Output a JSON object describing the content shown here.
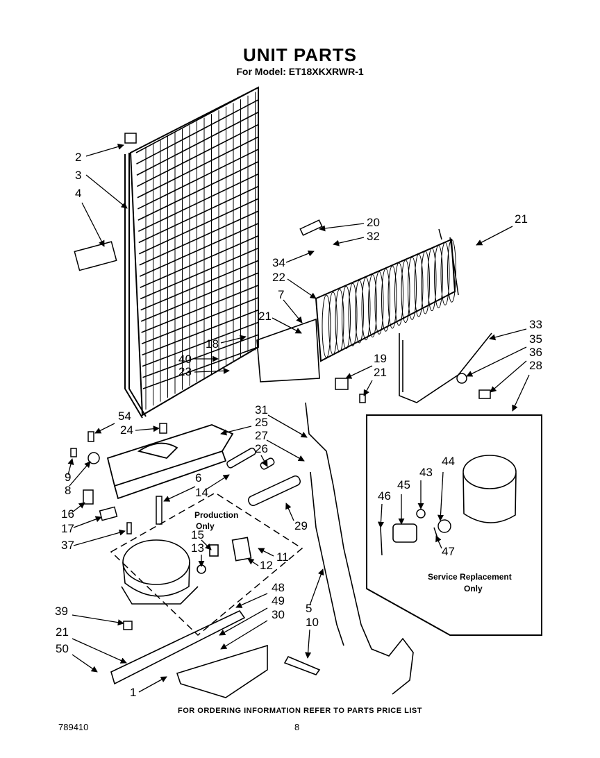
{
  "header": {
    "title": "UNIT PARTS",
    "model": "For Model: ET18XKXRWR-1"
  },
  "footer": {
    "ordering_note": "FOR ORDERING INFORMATION REFER TO PARTS PRICE LIST",
    "document_number": "789410",
    "page_number": "8"
  },
  "notes": {
    "production_line1": "Production",
    "production_line2": "Only",
    "service_line1": "Service Replacement",
    "service_line2": "Only"
  },
  "callouts": [
    "1",
    "2",
    "3",
    "4",
    "5",
    "6",
    "7",
    "8",
    "9",
    "10",
    "11",
    "12",
    "13",
    "14",
    "15",
    "16",
    "17",
    "18",
    "19",
    "20",
    "21",
    "22",
    "23",
    "24",
    "25",
    "26",
    "27",
    "28",
    "29",
    "30",
    "31",
    "32",
    "33",
    "34",
    "35",
    "36",
    "37",
    "39",
    "40",
    "43",
    "44",
    "45",
    "46",
    "47",
    "48",
    "49",
    "50",
    "54"
  ]
}
